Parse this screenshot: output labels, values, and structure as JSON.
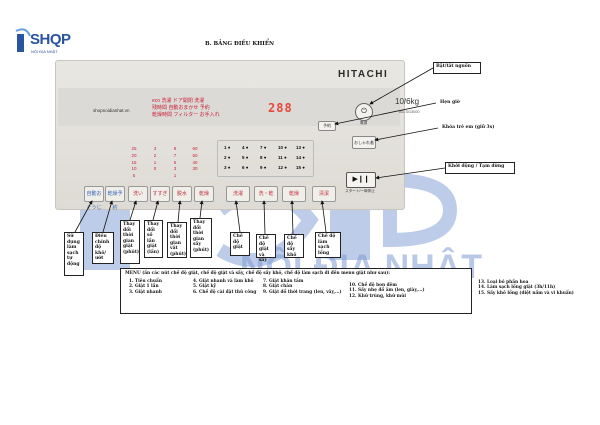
{
  "brand": {
    "logo_text": "SHQP",
    "logo_sub": "NỘI ĐỊA NHẬT",
    "watermark": "NỘI ĐỊA NHẬT"
  },
  "title": "B. BẢNG ĐIỀU KHIỂN",
  "panel": {
    "site": "shopnoidianhat.vn",
    "brand_name": "HITACHI",
    "display": "288",
    "capacity": "10/6kg",
    "model": "BD-SG3000",
    "power_label": "電源",
    "yoyaku": "予約",
    "ferro": "おしゃれ着",
    "start_label": "スタート/一時停止",
    "start_symbol": "▶❙❙",
    "red_rows": [
      "eco 洗濯 ドア開閉 洗濯",
      "残時間 自動おまかせ 予約",
      "乾燥時間 フィルター お手入れ"
    ],
    "levels": [
      {
        "title": "洗い",
        "values": [
          "25",
          "20",
          "15",
          "10",
          "5",
          "0"
        ]
      },
      {
        "title": "すすぎ",
        "values": [
          "3",
          "2",
          "1",
          "0"
        ]
      },
      {
        "title": "脱水",
        "values": [
          "9",
          "7",
          "5",
          "3",
          "1",
          "0"
        ]
      },
      {
        "title": "乾燥",
        "values": [
          "60",
          "50",
          "40",
          "30"
        ]
      }
    ],
    "menu_grid": [
      [
        "1 ●",
        "4 ●",
        "7 ●",
        "10 ●",
        "13 ●"
      ],
      [
        "2 ●",
        "5 ●",
        "8 ●",
        "11 ●",
        "14 ●"
      ],
      [
        "3 ●",
        "6 ●",
        "9 ●",
        "12 ●",
        "15 ●"
      ]
    ],
    "bottom_buttons": [
      "自動おそうじ",
      "乾燥予約",
      "洗い",
      "すすぎ",
      "脱水",
      "乾燥",
      "洗濯",
      "洗・乾",
      "乾燥",
      "清潔"
    ]
  },
  "callouts": {
    "power": "Bật/tắt nguồn",
    "timer": "Hẹn giờ",
    "child_lock": "Khóa trẻ em (giữ 3s)",
    "start": "Khởi động / Tạm dừng",
    "auto_clean": "Sử dụng làm sạch tự động",
    "adjust_dry": "Điều chỉnh độ khô/ướt",
    "wash_time": "Thay đổi thời gian giặt (phút)",
    "rinse": "Thay đổi số lần giặt (lần)",
    "spin": "Thay đổi thời gian vắt (phút)",
    "dry_time": "Thay đổi thời gian sấy (phút)",
    "mode_wash": "Chế độ giặt",
    "mode_wash_spin": "Chế độ giặt và sấy",
    "mode_dry": "Chế độ sấy khô",
    "mode_clean": "Chế độ làm sạch lồng"
  },
  "legend": {
    "heading": "MENU (ấn các nút chế độ giặt, chế độ giặt và sấy, chế độ sấy khô, chế độ làm sạch đi đến menu giặt như sau):",
    "col1": [
      "1. Tiêu chuẩn",
      "2. Giặt 1 lần",
      "3. Giặt nhanh"
    ],
    "col2": [
      "4. Giặt nhanh và làm khô",
      "5. Giặt kỹ",
      "6. Chế độ cài đặt thủ công"
    ],
    "col3": [
      "7. Giặt khăn tắm",
      "8. Giặt chăn",
      "9. Giặt đồ thời trang (len, vảy,...)"
    ],
    "col4": [
      "10. Chế độ bon đêm",
      "11. Sấy nhẹ đồ âm (len, giày,...)",
      "12. Khử trùng, khử mùi"
    ],
    "col5": [
      "13. Loại bỏ phấn hoa",
      "14. Làm sạch lồng giặt (3h/11h)",
      "15. Sấy khô lồng (diệt nấm và vi khuẩn)"
    ]
  }
}
